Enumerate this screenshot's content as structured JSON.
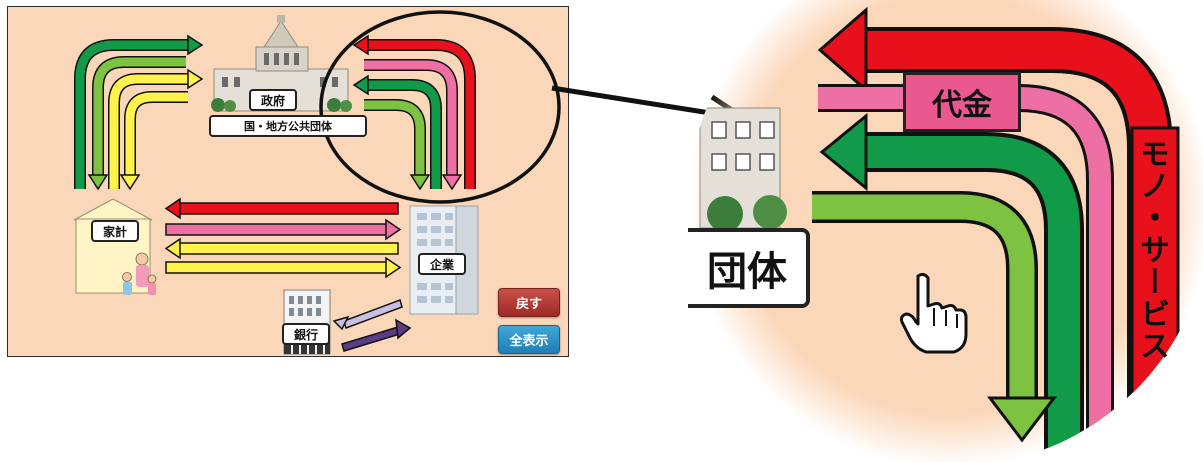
{
  "labels": {
    "government": "政府",
    "government_sub": "国・地方公共団体",
    "household": "家計",
    "firm": "企業",
    "bank": "銀行"
  },
  "buttons": {
    "back": "戻す",
    "show_all": "全表示"
  },
  "zoom": {
    "price_label": "代金",
    "government_label": "団体",
    "goods_label": "モノ・サービス"
  },
  "colors": {
    "background": "#fbd7b9",
    "red_arrow": "#e8101a",
    "pink_arrow": "#ee6fa3",
    "green_arrow": "#119a48",
    "light_green_arrow": "#7ec242",
    "yellow_arrow": "#fff24a",
    "lavender_arrow": "#c9bfe3",
    "purple_arrow": "#5b3c86",
    "back_button": "#b8403a",
    "show_all_button": "#2b92c9"
  }
}
